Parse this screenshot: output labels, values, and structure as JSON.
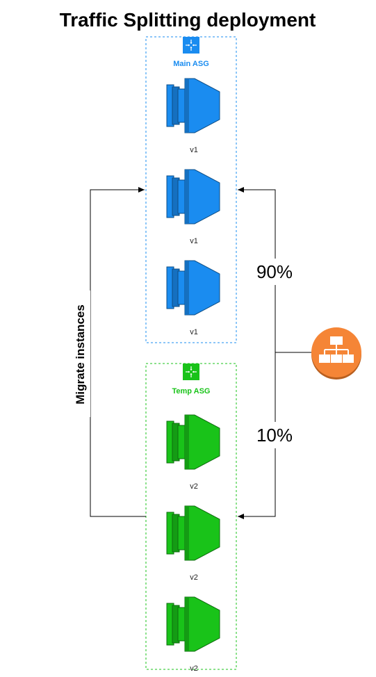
{
  "title": "Traffic Splitting deployment",
  "groups": {
    "main": {
      "label": "Main ASG",
      "color": "#1a8cf0",
      "icon": "auto-scaling-group-icon",
      "instances": [
        {
          "label": "v1",
          "icon": "ec2-instance-icon"
        },
        {
          "label": "v1",
          "icon": "ec2-instance-icon"
        },
        {
          "label": "v1",
          "icon": "ec2-instance-icon"
        }
      ]
    },
    "temp": {
      "label": "Temp ASG",
      "color": "#19c319",
      "icon": "auto-scaling-group-icon",
      "instances": [
        {
          "label": "v2",
          "icon": "ec2-instance-icon"
        },
        {
          "label": "v2",
          "icon": "ec2-instance-icon"
        },
        {
          "label": "v2",
          "icon": "ec2-instance-icon"
        }
      ]
    }
  },
  "load_balancer": {
    "icon": "load-balancer-icon",
    "color": "#f58536"
  },
  "traffic": {
    "main_percent": "90%",
    "temp_percent": "10%"
  },
  "migrate_label": "Migrate instances"
}
